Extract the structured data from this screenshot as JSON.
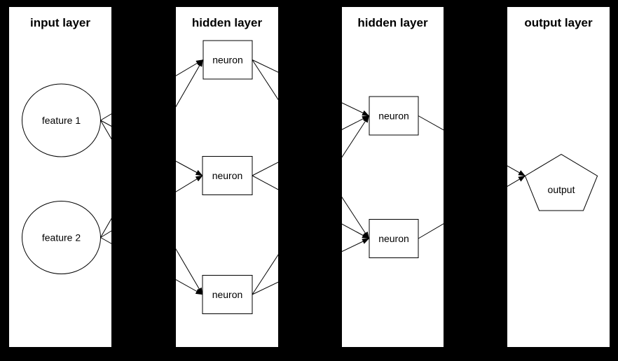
{
  "diagram": {
    "type": "neural-network",
    "colors": {
      "background": "#000000",
      "panel": "#ffffff",
      "line": "#000000",
      "text": "#000000"
    },
    "layers": [
      {
        "title": "input layer",
        "nodes": [
          {
            "label": "feature 1",
            "shape": "ellipse"
          },
          {
            "label": "feature 2",
            "shape": "ellipse"
          }
        ]
      },
      {
        "title": "hidden layer",
        "nodes": [
          {
            "label": "neuron",
            "shape": "rect"
          },
          {
            "label": "neuron",
            "shape": "rect"
          },
          {
            "label": "neuron",
            "shape": "rect"
          }
        ]
      },
      {
        "title": "hidden layer",
        "nodes": [
          {
            "label": "neuron",
            "shape": "rect"
          },
          {
            "label": "neuron",
            "shape": "rect"
          }
        ]
      },
      {
        "title": "output layer",
        "nodes": [
          {
            "label": "output",
            "shape": "pentagon"
          }
        ]
      }
    ],
    "connections": [
      {
        "from": "feature 1",
        "to": "hidden1-neuron-1"
      },
      {
        "from": "feature 1",
        "to": "hidden1-neuron-2"
      },
      {
        "from": "feature 1",
        "to": "hidden1-neuron-3"
      },
      {
        "from": "feature 2",
        "to": "hidden1-neuron-1"
      },
      {
        "from": "feature 2",
        "to": "hidden1-neuron-2"
      },
      {
        "from": "feature 2",
        "to": "hidden1-neuron-3"
      },
      {
        "from": "hidden1-neuron-1",
        "to": "hidden2-neuron-1"
      },
      {
        "from": "hidden1-neuron-1",
        "to": "hidden2-neuron-2"
      },
      {
        "from": "hidden1-neuron-2",
        "to": "hidden2-neuron-1"
      },
      {
        "from": "hidden1-neuron-2",
        "to": "hidden2-neuron-2"
      },
      {
        "from": "hidden1-neuron-3",
        "to": "hidden2-neuron-1"
      },
      {
        "from": "hidden1-neuron-3",
        "to": "hidden2-neuron-2"
      },
      {
        "from": "hidden2-neuron-1",
        "to": "output"
      },
      {
        "from": "hidden2-neuron-2",
        "to": "output"
      }
    ]
  }
}
